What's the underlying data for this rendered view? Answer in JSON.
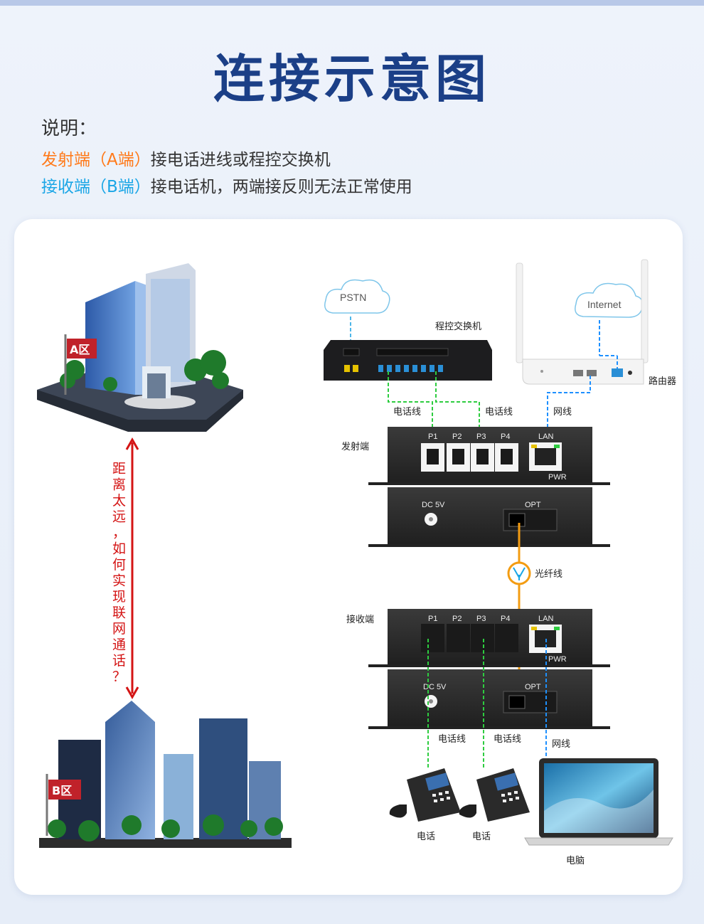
{
  "title": "连接示意图",
  "description": {
    "heading": "说明：",
    "line_a_highlight": "发射端（A端）",
    "line_a_rest": "接电话进线或程控交换机",
    "line_b_highlight": "接收端（B端）",
    "line_b_rest": "接电话机，两端接反则无法正常使用"
  },
  "zones": {
    "a_flag": "A区",
    "b_flag": "B区"
  },
  "question_chars": [
    "距",
    "离",
    "太",
    "远",
    "，",
    "如",
    "何",
    "实",
    "现",
    "联",
    "网",
    "通",
    "话",
    "？"
  ],
  "clouds": {
    "pstn": "PSTN",
    "internet": "Internet"
  },
  "devices": {
    "pbx": "程控交换机",
    "router": "路由器",
    "transmitter": "发射端",
    "receiver": "接收端",
    "phone_1": "电话",
    "phone_2": "电话",
    "computer": "电脑"
  },
  "cables": {
    "phone_line_1": "电话线",
    "phone_line_2": "电话线",
    "network_line_top": "网线",
    "fiber": "光纤线",
    "phone_line_3": "电话线",
    "phone_line_4": "电话线",
    "network_line_bottom": "网线"
  },
  "ports": {
    "p1": "P1",
    "p2": "P2",
    "p3": "P3",
    "p4": "P4",
    "lan": "LAN",
    "pwr": "PWR",
    "dc": "DC 5V",
    "opt": "OPT"
  },
  "colors": {
    "title": "#1b3f87",
    "accent_orange": "#ff7a1a",
    "accent_blue": "#1aa6e6",
    "phone_cable": "#2ecc40",
    "network_cable": "#1e90ff",
    "fiber_cable": "#f39c12",
    "arrow": "#d41414"
  }
}
